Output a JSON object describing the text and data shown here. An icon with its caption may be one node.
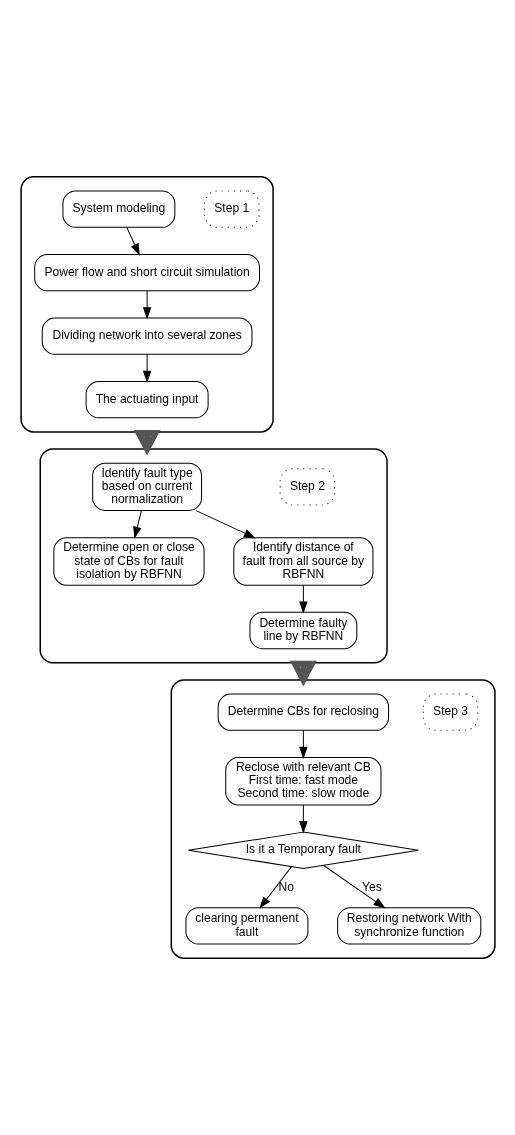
{
  "diagram": {
    "nodes": [
      {
        "text": [],
        "shape": "box"
      },
      {
        "text": [
          "Step 1"
        ],
        "in": 0
      },
      {
        "text": [
          "System modeling"
        ],
        "in": 0
      },
      {
        "text": [
          "Power flow and short circuit simulation"
        ],
        "in": 0
      },
      {
        "text": [
          "Dividing network into several zones"
        ],
        "in": 0
      },
      {
        "text": [
          "The actuating input"
        ],
        "in": 0
      },
      {
        "text": [],
        "shape": "box"
      },
      {
        "text": [
          "Step 2"
        ],
        "in": 6
      },
      {
        "text": [
          "Identify fault type based on current normalization"
        ],
        "in": 6
      },
      {
        "text": [
          "Determine open or close state of CBs for fault isolation by RBFNN"
        ],
        "in": 6
      },
      {
        "text": [
          "Identify distance of fault from all source by RBFNN"
        ],
        "in": 6
      },
      {
        "text": [
          "Determine faulty line by RBFNN"
        ],
        "in": 6
      },
      {
        "text": [],
        "shape": "box"
      },
      {
        "text": [
          "Step 3"
        ],
        "in": 12
      },
      {
        "text": [
          "Determine CBs for reclosing"
        ],
        "in": 12
      },
      {
        "text": [
          "Reclose with relevant CB",
          "First time: fast mode",
          "Second time: slow mode"
        ],
        "in": 12
      },
      {
        "text": [
          "Is it a Temporary fault"
        ],
        "in": 12
      },
      {
        "text": [
          "clearing permanent fault"
        ],
        "in": 12
      },
      {
        "text": [
          "Restoring network With synchronize function"
        ],
        "in": 12
      }
    ],
    "edges": [
      {
        "from": 2,
        "to": 3,
        "arrow": "to"
      },
      {
        "from": 3,
        "to": 4,
        "arrow": "to"
      },
      {
        "from": 4,
        "to": 5,
        "arrow": "to"
      },
      {
        "from": 0,
        "to": 6,
        "arrow": "to",
        "style": "thick"
      },
      {
        "from": 8,
        "to": 9,
        "arrow": "to"
      },
      {
        "from": 8,
        "to": 10,
        "arrow": "to"
      },
      {
        "from": 10,
        "to": 11,
        "arrow": "to"
      },
      {
        "from": 6,
        "to": 12,
        "arrow": "to",
        "style": "thick"
      },
      {
        "from": 14,
        "to": 15,
        "arrow": "to"
      },
      {
        "from": 15,
        "to": 16,
        "arrow": "to"
      },
      {
        "from": 16,
        "to": 17,
        "label": "No",
        "arrow": "to"
      },
      {
        "from": 16,
        "to": 18,
        "label": "Yes",
        "arrow": "to"
      }
    ]
  }
}
